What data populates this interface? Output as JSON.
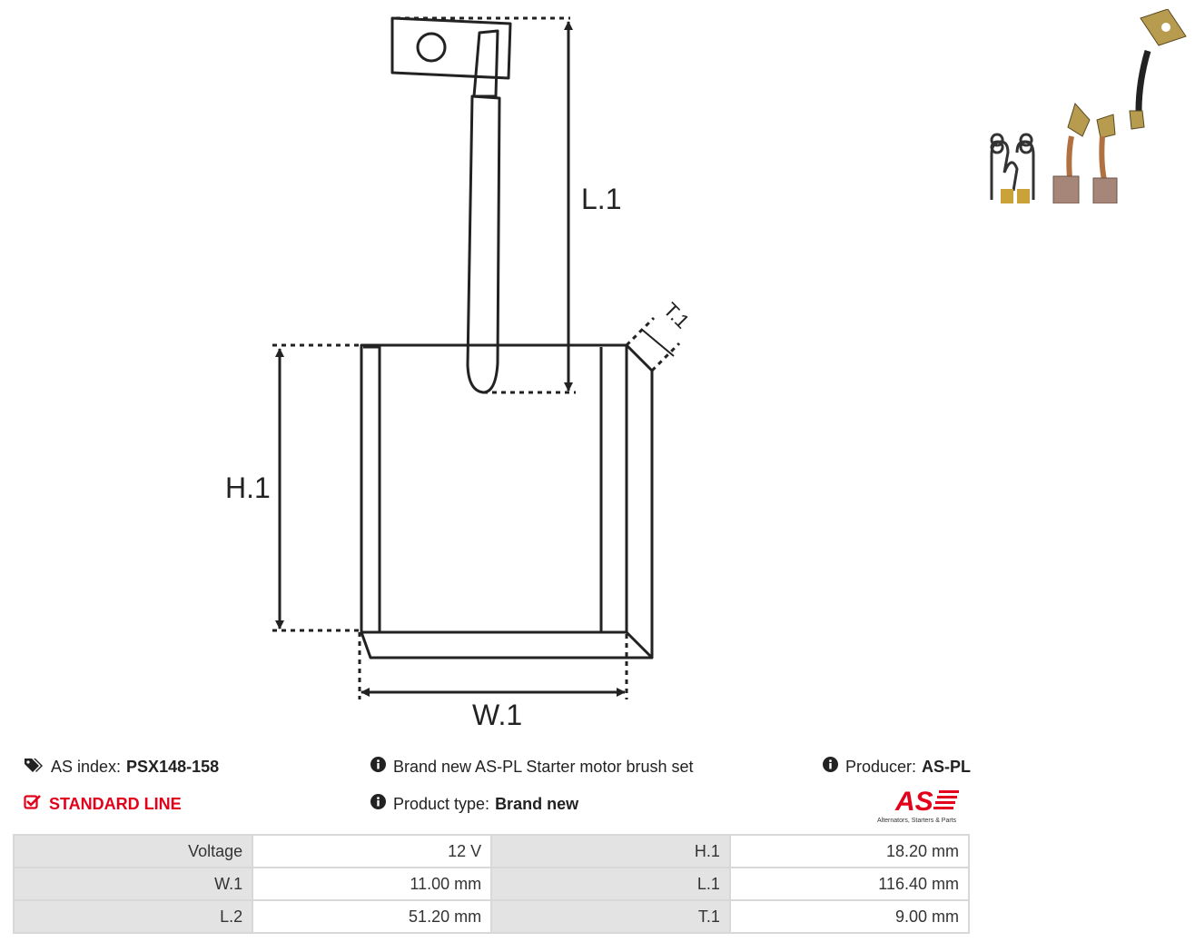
{
  "diagram": {
    "label_l1": "L.1",
    "label_h1": "H.1",
    "label_w1": "W.1",
    "label_t1": "T.1"
  },
  "info": {
    "as_index_label": "AS index:",
    "as_index_value": "PSX148-158",
    "standard_line": "STANDARD LINE",
    "description": "Brand new AS-PL Starter motor brush set",
    "product_type_label": "Product type:",
    "product_type_value": "Brand new",
    "producer_label": "Producer:",
    "producer_value": "AS-PL"
  },
  "logo": {
    "mark": "AS",
    "tagline": "Alternators, Starters & Parts",
    "color": "#e2001a"
  },
  "specs": [
    {
      "k1": "Voltage",
      "v1": "12 V",
      "k2": "H.1",
      "v2": "18.20 mm"
    },
    {
      "k1": "W.1",
      "v1": "11.00 mm",
      "k2": "L.1",
      "v2": "116.40 mm"
    },
    {
      "k1": "L.2",
      "v1": "51.20 mm",
      "k2": "T.1",
      "v2": "9.00 mm"
    }
  ],
  "icons": [
    "tags-icon",
    "checkbox-icon",
    "info-icon"
  ]
}
